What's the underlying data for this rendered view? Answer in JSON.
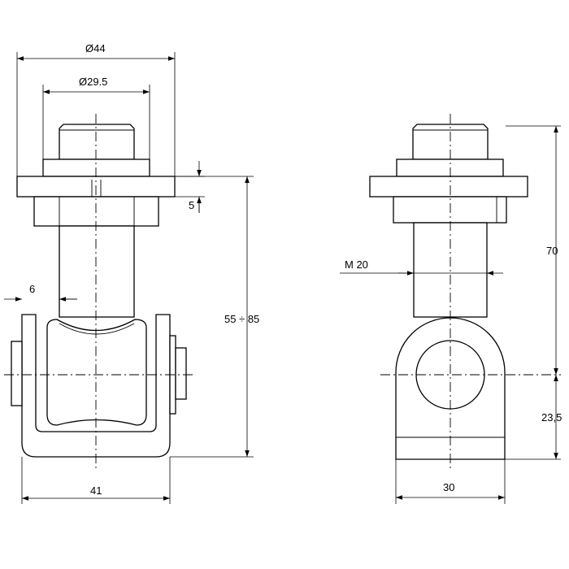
{
  "dimensions": {
    "d_outer": "Ø44",
    "d_inner": "Ø29.5",
    "thickness": "5",
    "offset": "6",
    "adjust_range": "55 ÷ 85",
    "width_front": "41",
    "thread": "M 20",
    "height_top": "70",
    "height_bottom": "23,5",
    "width_side": "30"
  },
  "colors": {
    "line": "#000000",
    "background": "#ffffff"
  }
}
